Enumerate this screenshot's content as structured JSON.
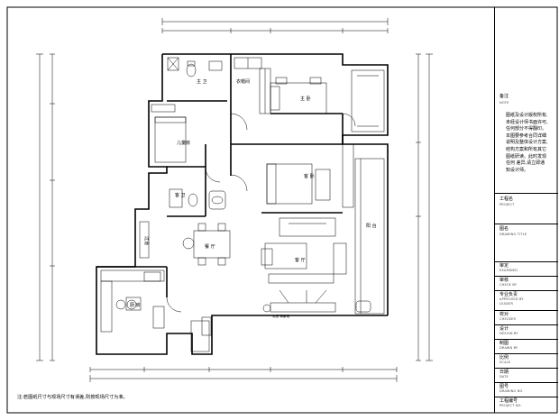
{
  "rooms": {
    "master_bedroom": "主 卧",
    "bathroom": "主 卫",
    "cloakroom": "衣帽间",
    "kids_room": "儿童房",
    "guest_bedroom": "客 卧",
    "second_bathroom": "客 卫",
    "dining": "餐 厅",
    "living": "客 厅",
    "kitchen": "厨 房",
    "balcony": "阳 台",
    "hall_side": "过道",
    "tv_wall": "电视 背景墙"
  },
  "notes": {
    "title": "备注",
    "subtitle": "NOTE",
    "lines": [
      "图纸及设计版权所有,",
      "未经设计师书面许可,",
      "任何部分不得翻印。",
      "本图要参考合同详细",
      "说明及整体设计方案,",
      "结构方案和所有其它",
      "图纸研读。此时发现",
      "任何 差异,请立即通",
      "知设计师。"
    ]
  },
  "title_block": [
    {
      "label": "工程名",
      "sub": "PROJECT"
    },
    {
      "label": "图名",
      "sub": "DRAWING TITLE"
    },
    {
      "label": "审定",
      "sub": "EXAMINED"
    },
    {
      "label": "审核",
      "sub": "CHECK BY"
    },
    {
      "label": "专业负责",
      "sub": "APPROVED BY LEADER"
    },
    {
      "label": "校对",
      "sub": "CHECKER"
    },
    {
      "label": "设计",
      "sub": "DESIGN BY"
    },
    {
      "label": "制图",
      "sub": "DRAWN BY"
    },
    {
      "label": "比例",
      "sub": "SCALE"
    },
    {
      "label": "日期",
      "sub": "DATE"
    },
    {
      "label": "图号",
      "sub": "DRAWING NO."
    },
    {
      "label": "工程编号",
      "sub": "PROJECT NO."
    }
  ],
  "footer_note": "注:若图纸尺寸与现场尺寸有误差,则按现场尺寸为准。"
}
